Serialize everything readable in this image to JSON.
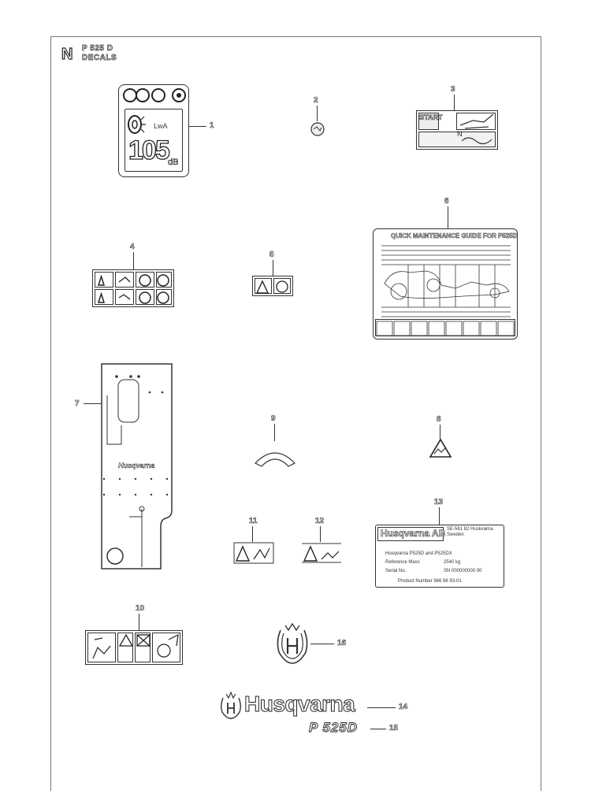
{
  "header": {
    "section_letter": "N",
    "model": "P 525 D",
    "title": "DECALS"
  },
  "callouts": [
    "1",
    "2",
    "3",
    "4",
    "5",
    "6",
    "7",
    "9",
    "8",
    "11",
    "12",
    "13",
    "10",
    "16",
    "14",
    "15"
  ],
  "decal1": {
    "lwa": "LwA",
    "value": "105",
    "unit": "dB"
  },
  "decal3": {
    "start": "START",
    "n": "N"
  },
  "decal6": {
    "title": "QUICK MAINTENANCE GUIDE FOR P525D"
  },
  "decal7": {
    "brand": "Husqvarna"
  },
  "decal13": {
    "brand": "Husqvarna AB",
    "addr": "SE-561 82 Huskvarna Sweden",
    "row1_label": "Husqvarna P525D and P525DX",
    "row2_label": "Reference Mass",
    "row2_value": "2540 kg",
    "row3_label": "Serial No.",
    "row3_value": "SN 000000000 00",
    "footer": "Product Number 966 96 93-01"
  },
  "decal14": {
    "brand": "Husqvarna"
  },
  "decal15": {
    "model": "P 525D"
  }
}
